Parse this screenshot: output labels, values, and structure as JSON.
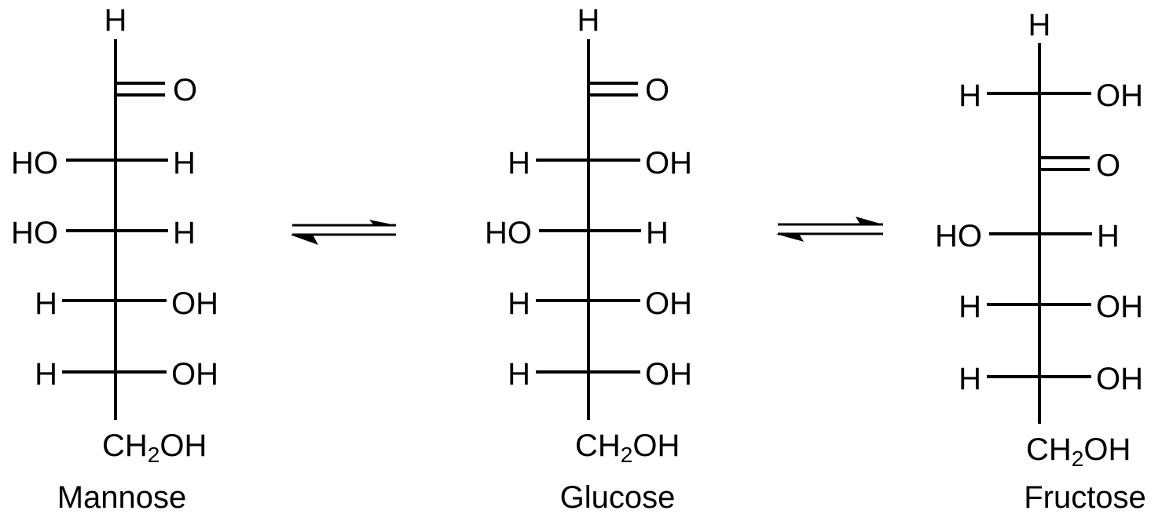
{
  "diagram": {
    "molecules": [
      {
        "name": "Mannose",
        "top": "H",
        "carbonyl": "O",
        "rows": [
          {
            "left": "HO",
            "right": "H"
          },
          {
            "left": "HO",
            "right": "H"
          },
          {
            "left": "H",
            "right": "OH"
          },
          {
            "left": "H",
            "right": "OH"
          }
        ],
        "bottom": {
          "a": "CH",
          "sub": "2",
          "b": "OH"
        }
      },
      {
        "name": "Glucose",
        "top": "H",
        "carbonyl": "O",
        "rows": [
          {
            "left": "H",
            "right": "OH"
          },
          {
            "left": "HO",
            "right": "H"
          },
          {
            "left": "H",
            "right": "OH"
          },
          {
            "left": "H",
            "right": "OH"
          }
        ],
        "bottom": {
          "a": "CH",
          "sub": "2",
          "b": "OH"
        }
      },
      {
        "name": "Fructose",
        "top": "H",
        "first_row": {
          "left": "H",
          "right": "OH"
        },
        "carbonyl": "O",
        "rows": [
          {
            "left": "HO",
            "right": "H"
          },
          {
            "left": "H",
            "right": "OH"
          },
          {
            "left": "H",
            "right": "OH"
          }
        ],
        "bottom": {
          "a": "CH",
          "sub": "2",
          "b": "OH"
        }
      }
    ],
    "arrows": [
      {
        "name": "mannose-glucose-equilibrium",
        "type": "equilibrium"
      },
      {
        "name": "glucose-fructose-equilibrium",
        "type": "equilibrium"
      }
    ]
  }
}
